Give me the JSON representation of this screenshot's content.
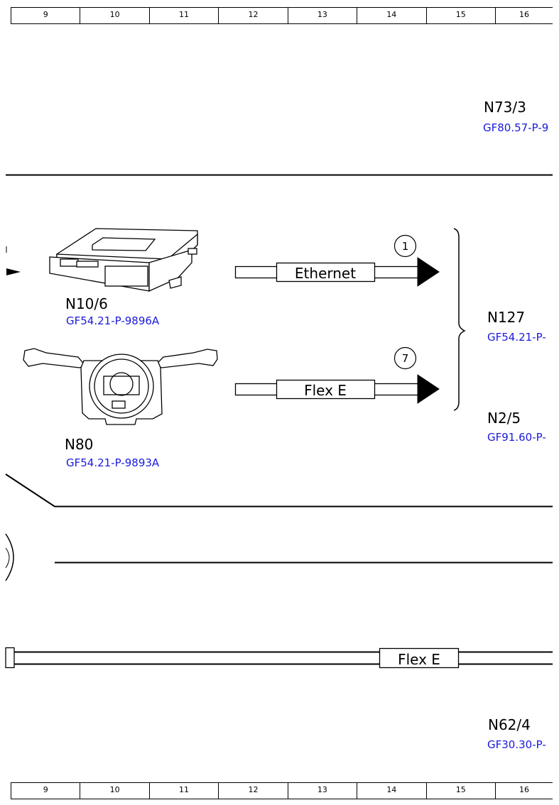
{
  "ruler": [
    "9",
    "10",
    "11",
    "12",
    "13",
    "14",
    "15",
    "16"
  ],
  "components": {
    "n73_3": {
      "id": "N73/3",
      "ref": "GF80.57-P-9"
    },
    "n10_6": {
      "id": "N10/6",
      "ref": "GF54.21-P-9896A"
    },
    "n80": {
      "id": "N80",
      "ref": "GF54.21-P-9893A"
    },
    "n127": {
      "id": "N127",
      "ref": "GF54.21-P-"
    },
    "n2_5": {
      "id": "N2/5",
      "ref": "GF91.60-P-"
    },
    "n62_4": {
      "id": "N62/4",
      "ref": "GF30.30-P-"
    }
  },
  "connections": {
    "ethernet": {
      "label": "Ethernet",
      "number": "1"
    },
    "flex_e_upper": {
      "label": "Flex E",
      "number": "7"
    },
    "flex_e_bus": {
      "label": "Flex E"
    }
  },
  "colors": {
    "line": "#000000",
    "reference": "#1a1adc"
  }
}
